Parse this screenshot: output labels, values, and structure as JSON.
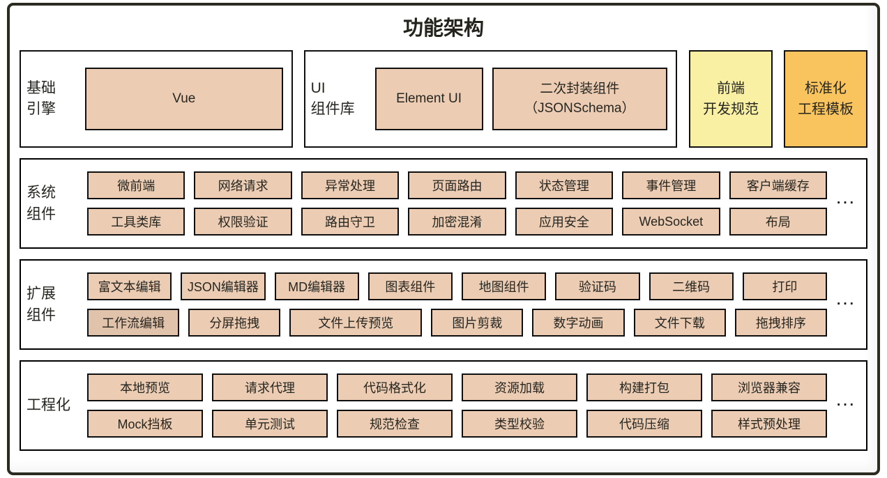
{
  "title": "功能架构",
  "more_symbol": "···",
  "colors": {
    "chip_tan": "#ecccb3",
    "chip_tan_dark": "#e1c2aa",
    "spec_yellow": "#f9f0a3",
    "template_orange": "#f9c45d",
    "frame_border": "#2b2b21",
    "box_border": "#0f0f0f"
  },
  "row1": {
    "base_engine": {
      "label": "基础\n引擎",
      "item": "Vue"
    },
    "ui_library": {
      "label": "UI\n组件库",
      "items": [
        "Element UI",
        "二次封装组件\n（JSONSchema）"
      ]
    },
    "standalone": [
      {
        "label": "前端\n开发规范",
        "color": "#f9f0a3"
      },
      {
        "label": "标准化\n工程模板",
        "color": "#f9c45d"
      }
    ]
  },
  "sections": [
    {
      "label": "系统\n组件",
      "rows": [
        [
          "微前端",
          "网络请求",
          "异常处理",
          "页面路由",
          "状态管理",
          "事件管理",
          "客户端缓存"
        ],
        [
          "工具类库",
          "权限验证",
          "路由守卫",
          "加密混淆",
          "应用安全",
          "WebSocket",
          "布局"
        ]
      ],
      "more": "···"
    },
    {
      "label": "扩展\n组件",
      "rows": [
        [
          "富文本编辑",
          "JSON编辑器",
          "MD编辑器",
          "图表组件",
          "地图组件",
          "验证码",
          "二维码",
          "打印"
        ],
        [
          {
            "label": "工作流编辑",
            "variant": "dark"
          },
          "分屏拖拽",
          {
            "label": "文件上传预览",
            "flex": 1.45
          },
          "图片剪裁",
          "数字动画",
          "文件下载",
          "拖拽排序"
        ]
      ],
      "more": "···"
    },
    {
      "label": "工程化",
      "rows": [
        [
          "本地预览",
          "请求代理",
          "代码格式化",
          "资源加载",
          "构建打包",
          "浏览器兼容"
        ],
        [
          "Mock挡板",
          "单元测试",
          "规范检查",
          "类型校验",
          "代码压缩",
          "样式预处理"
        ]
      ],
      "more": "···"
    }
  ]
}
